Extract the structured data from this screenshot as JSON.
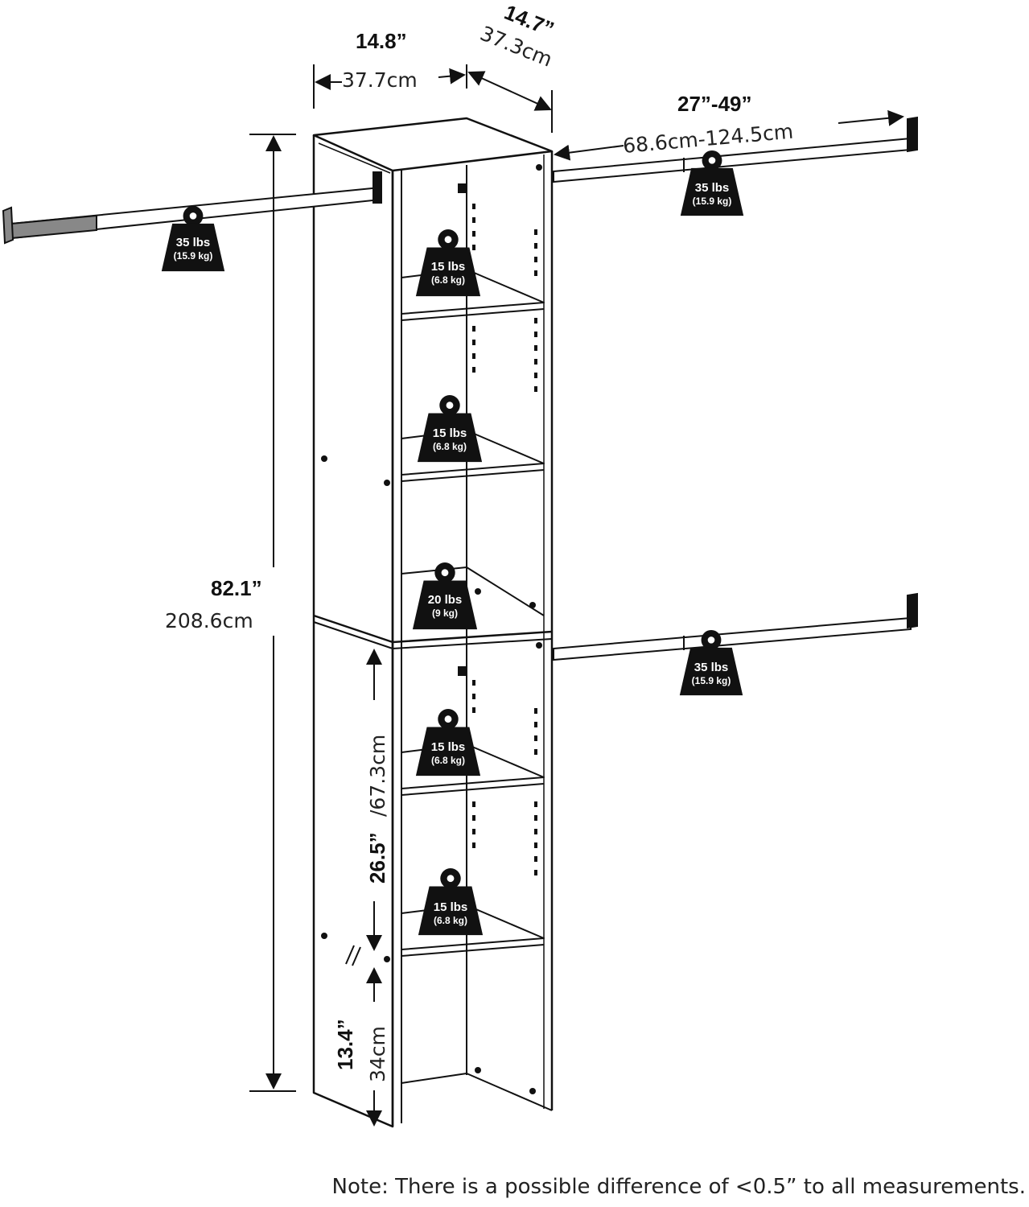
{
  "dimensions": {
    "width_in": "14.8”",
    "width_cm": "37.7cm",
    "depth_in": "14.7”",
    "depth_cm": "37.3cm",
    "rod_in": "27”-49”",
    "rod_cm": "68.6cm-124.5cm",
    "height_in": "82.1”",
    "height_cm": "208.6cm",
    "section_in": "26.5”",
    "section_cm": "/67.3cm",
    "base_in": "13.4”",
    "base_cm": "34cm"
  },
  "weights": {
    "rod_left": {
      "lbs": "35 lbs",
      "kg": "(15.9 kg)"
    },
    "rod_top_right": {
      "lbs": "35 lbs",
      "kg": "(15.9 kg)"
    },
    "rod_bottom_right": {
      "lbs": "35 lbs",
      "kg": "(15.9 kg)"
    },
    "shelf_1": {
      "lbs": "15 lbs",
      "kg": "(6.8 kg)"
    },
    "shelf_2": {
      "lbs": "15 lbs",
      "kg": "(6.8 kg)"
    },
    "shelf_middle": {
      "lbs": "20 lbs",
      "kg": "(9 kg)"
    },
    "shelf_4": {
      "lbs": "15 lbs",
      "kg": "(6.8 kg)"
    },
    "shelf_5": {
      "lbs": "15 lbs",
      "kg": "(6.8 kg)"
    }
  },
  "note": "Note: There is a possible difference of <0.5” to all measurements."
}
